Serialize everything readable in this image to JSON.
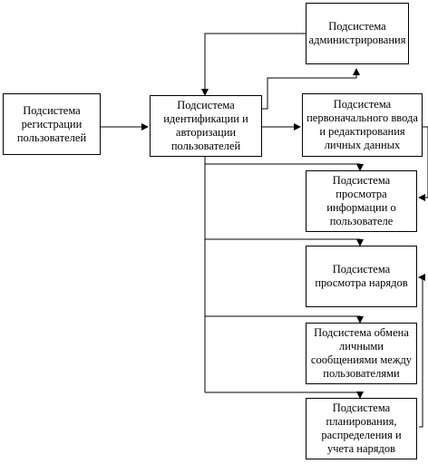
{
  "diagram": {
    "nodes": {
      "registration": {
        "label": "Подсистема регистрации пользователей"
      },
      "auth": {
        "label": "Подсистема идентификации и авторизации пользователей"
      },
      "admin": {
        "label": "Подсистема администрирования"
      },
      "input": {
        "label": "Подсистема первоначального ввода и редактирования личных данных"
      },
      "view_info": {
        "label": "Подсистема просмотра информации о пользователе"
      },
      "view_orders": {
        "label": "Подсистема просмотра нарядов"
      },
      "messaging": {
        "label": "Подсистема обмена личными сообщениями между пользователями"
      },
      "planning": {
        "label": "Подсистема планирования, распределения и учета нарядов"
      }
    },
    "edges": [
      {
        "from": "registration",
        "to": "auth"
      },
      {
        "from": "admin",
        "to": "auth"
      },
      {
        "from": "auth",
        "to": "admin"
      },
      {
        "from": "auth",
        "to": "input"
      },
      {
        "from": "input",
        "to": "view_info"
      },
      {
        "from": "auth",
        "to": "view_info"
      },
      {
        "from": "auth",
        "to": "view_orders"
      },
      {
        "from": "auth",
        "to": "messaging"
      },
      {
        "from": "auth",
        "to": "planning"
      },
      {
        "from": "planning",
        "to": "view_orders"
      }
    ]
  }
}
